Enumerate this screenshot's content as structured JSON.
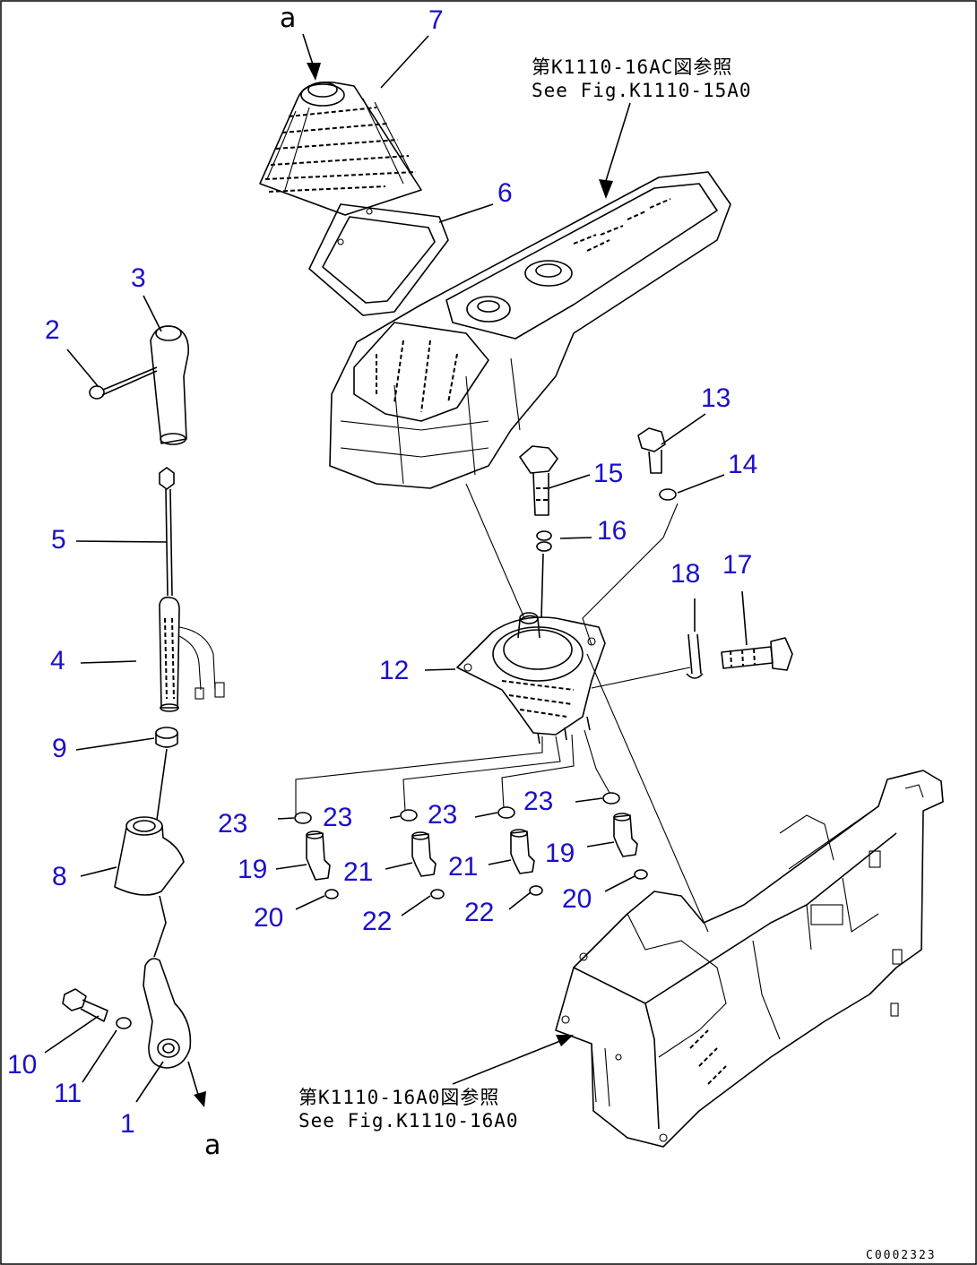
{
  "figure": {
    "part_numbers": [
      "1",
      "2",
      "3",
      "4",
      "5",
      "6",
      "7",
      "8",
      "9",
      "10",
      "11",
      "12",
      "13",
      "14",
      "15",
      "16",
      "17",
      "18",
      "19",
      "19",
      "20",
      "20",
      "21",
      "21",
      "22",
      "22",
      "23",
      "23",
      "23",
      "23"
    ],
    "view_letter": "a",
    "ref_top": {
      "line1": "第K1110-16AC図参照",
      "line2": "See Fig.K1110-15A0"
    },
    "ref_bottom": {
      "line1": "第K1110-16A0図参照",
      "line2": "See Fig.K1110-16A0"
    },
    "drawing_code": "C0002323"
  }
}
